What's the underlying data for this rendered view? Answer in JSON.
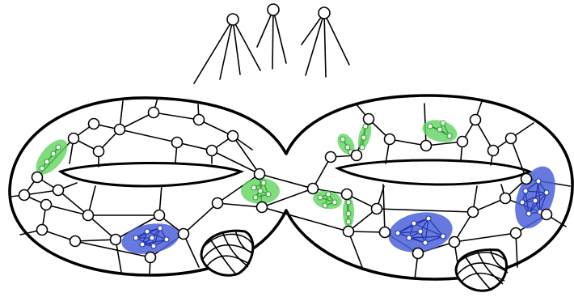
{
  "figure": {
    "description_free": true,
    "colors": {
      "background": "#ffffff",
      "line": "#000000",
      "vertex_fill": "#ffffff",
      "green_region_fill": "#5fd35f",
      "green_region_stroke": "#2e9e2e",
      "blue_region_fill": "#4a62d8",
      "blue_region_stroke": "#2233aa"
    },
    "surface": "double-torus",
    "vortex_count": 3,
    "green_patch_count": 7,
    "blue_patch_count": 3,
    "crosscap_icons": 2
  }
}
